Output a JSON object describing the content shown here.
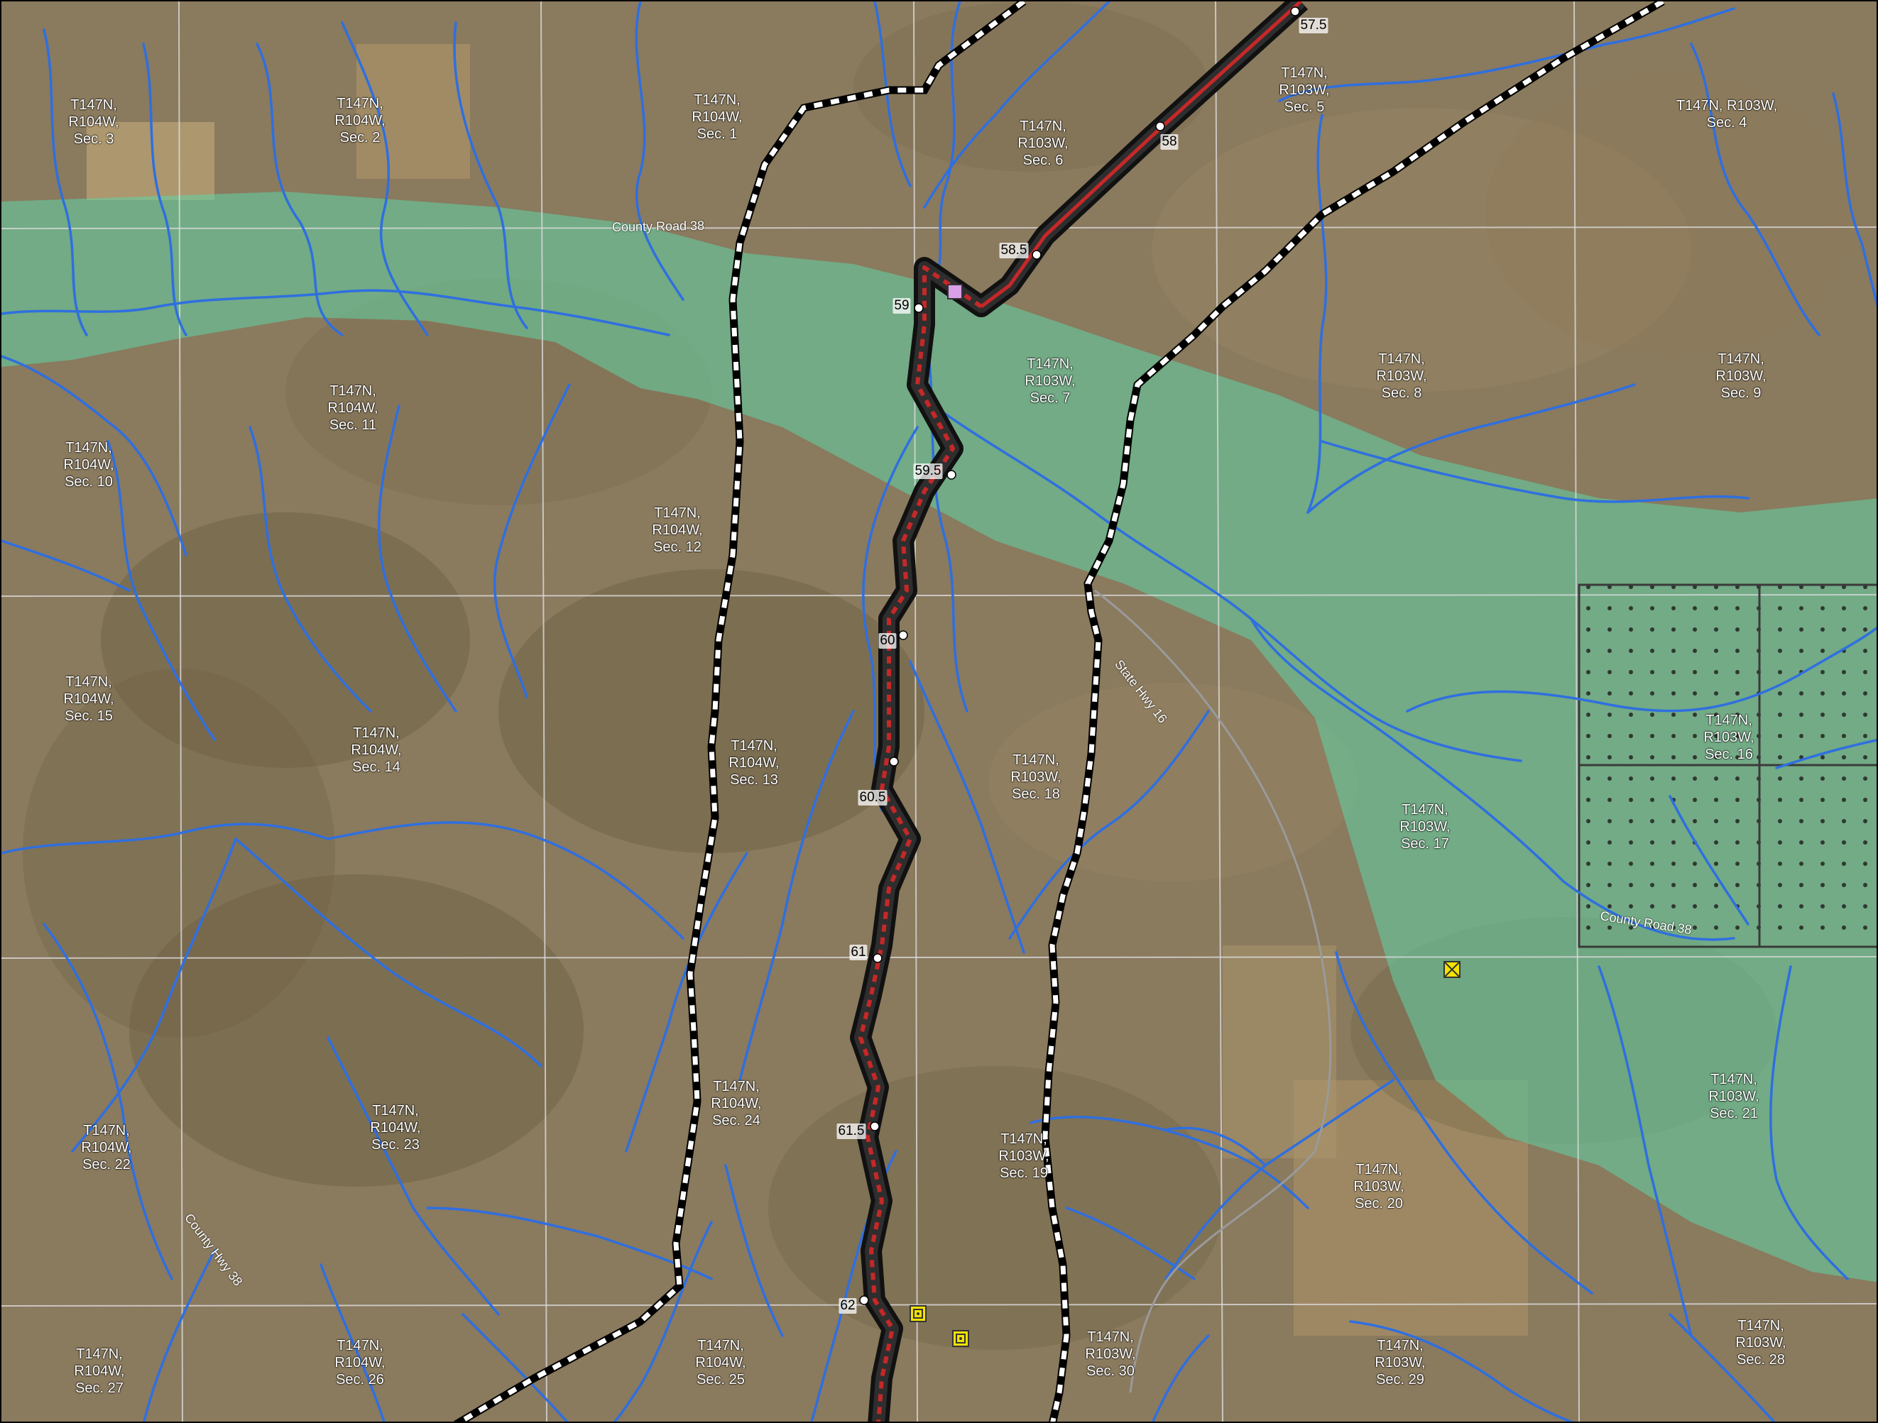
{
  "map": {
    "colors": {
      "terrain": "#8a7a5e",
      "stream": "#2f6fe0",
      "buffer": "#5fd3a6",
      "pipeline_fill": "#c62828",
      "pipeline_outline": "#111111",
      "section_line": "#d9d9d9",
      "parcel_grid": "#3a3a3a",
      "marker_pink": "#d9a0e8",
      "marker_yellow": "#f4e200"
    },
    "sections": [
      {
        "id": "s3",
        "text": "T147N,\nR104W,\nSec. 3"
      },
      {
        "id": "s2",
        "text": "T147N,\nR104W,\nSec. 2"
      },
      {
        "id": "s1",
        "text": "T147N,\nR104W,\nSec. 1"
      },
      {
        "id": "s6",
        "text": "T147N,\nR103W,\nSec. 6"
      },
      {
        "id": "s5",
        "text": "T147N,\nR103W,\nSec. 5"
      },
      {
        "id": "s4",
        "text": "T147N, R103W,\nSec. 4"
      },
      {
        "id": "s11",
        "text": "T147N,\nR104W,\nSec. 11"
      },
      {
        "id": "s10",
        "text": "T147N,\nR104W,\nSec. 10"
      },
      {
        "id": "s12",
        "text": "T147N,\nR104W,\nSec. 12"
      },
      {
        "id": "s7",
        "text": "T147N,\nR103W,\nSec. 7"
      },
      {
        "id": "s8",
        "text": "T147N,\nR103W,\nSec. 8"
      },
      {
        "id": "s9",
        "text": "T147N,\nR103W,\nSec. 9"
      },
      {
        "id": "s15",
        "text": "T147N,\nR104W,\nSec. 15"
      },
      {
        "id": "s14",
        "text": "T147N,\nR104W,\nSec. 14"
      },
      {
        "id": "s13",
        "text": "T147N,\nR104W,\nSec. 13"
      },
      {
        "id": "s18",
        "text": "T147N,\nR103W,\nSec. 18"
      },
      {
        "id": "s17",
        "text": "T147N,\nR103W,\nSec. 17"
      },
      {
        "id": "s16",
        "text": "T147N,\nR103W,\nSec. 16"
      },
      {
        "id": "s22",
        "text": "T147N,\nR104W,\nSec. 22"
      },
      {
        "id": "s23",
        "text": "T147N,\nR104W,\nSec. 23"
      },
      {
        "id": "s24",
        "text": "T147N,\nR104W,\nSec. 24"
      },
      {
        "id": "s19",
        "text": "T147N,\nR103W,\nSec. 19"
      },
      {
        "id": "s20",
        "text": "T147N,\nR103W,\nSec. 20"
      },
      {
        "id": "s21",
        "text": "T147N,\nR103W,\nSec. 21"
      },
      {
        "id": "s27",
        "text": "T147N,\nR104W,\nSec. 27"
      },
      {
        "id": "s26",
        "text": "T147N,\nR104W,\nSec. 26"
      },
      {
        "id": "s25",
        "text": "T147N,\nR104W,\nSec. 25"
      },
      {
        "id": "s30",
        "text": "T147N,\nR103W,\nSec. 30"
      },
      {
        "id": "s29",
        "text": "T147N,\nR103W,\nSec. 29"
      },
      {
        "id": "s28",
        "text": "T147N,\nR103W,\nSec. 28"
      }
    ],
    "mileposts": [
      "57.5",
      "58",
      "58.5",
      "59",
      "59.5",
      "60",
      "60.5",
      "61",
      "61.5",
      "62"
    ],
    "roads": {
      "county_road_38_north": "County Road 38",
      "county_road_38_south": "County Road 38",
      "state_hwy_16": "State Hwy 16",
      "county_hwy_38": "County Hwy 38"
    }
  }
}
